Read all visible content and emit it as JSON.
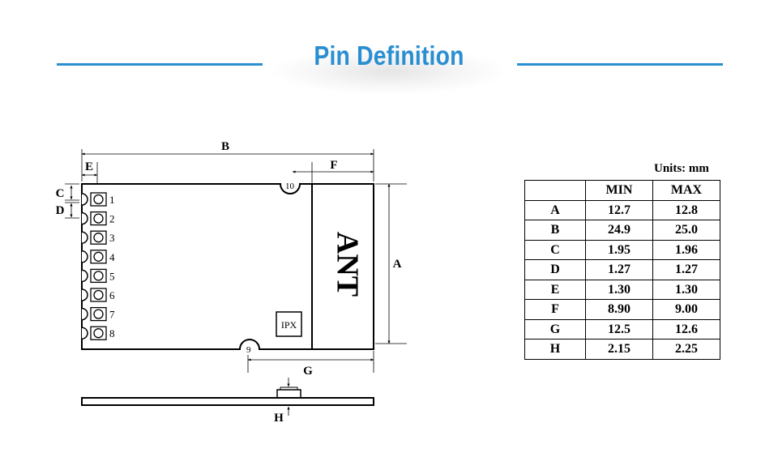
{
  "header": {
    "title": "Pin Definition",
    "accent_color": "#2a8fd0"
  },
  "diagram": {
    "dimension_labels": {
      "A": "A",
      "B": "B",
      "C": "C",
      "D": "D",
      "E": "E",
      "F": "F",
      "G": "G",
      "H": "H"
    },
    "pins_left": [
      "1",
      "2",
      "3",
      "4",
      "5",
      "6",
      "7",
      "8"
    ],
    "pin_top": "10",
    "pin_bottom": "9",
    "antenna_label": "ANT",
    "connector_label": "IPX"
  },
  "table": {
    "units": "Units: mm",
    "headers": [
      "",
      "MIN",
      "MAX"
    ],
    "rows": [
      [
        "A",
        "12.7",
        "12.8"
      ],
      [
        "B",
        "24.9",
        "25.0"
      ],
      [
        "C",
        "1.95",
        "1.96"
      ],
      [
        "D",
        "1.27",
        "1.27"
      ],
      [
        "E",
        "1.30",
        "1.30"
      ],
      [
        "F",
        "8.90",
        "9.00"
      ],
      [
        "G",
        "12.5",
        "12.6"
      ],
      [
        "H",
        "2.15",
        "2.25"
      ]
    ]
  }
}
